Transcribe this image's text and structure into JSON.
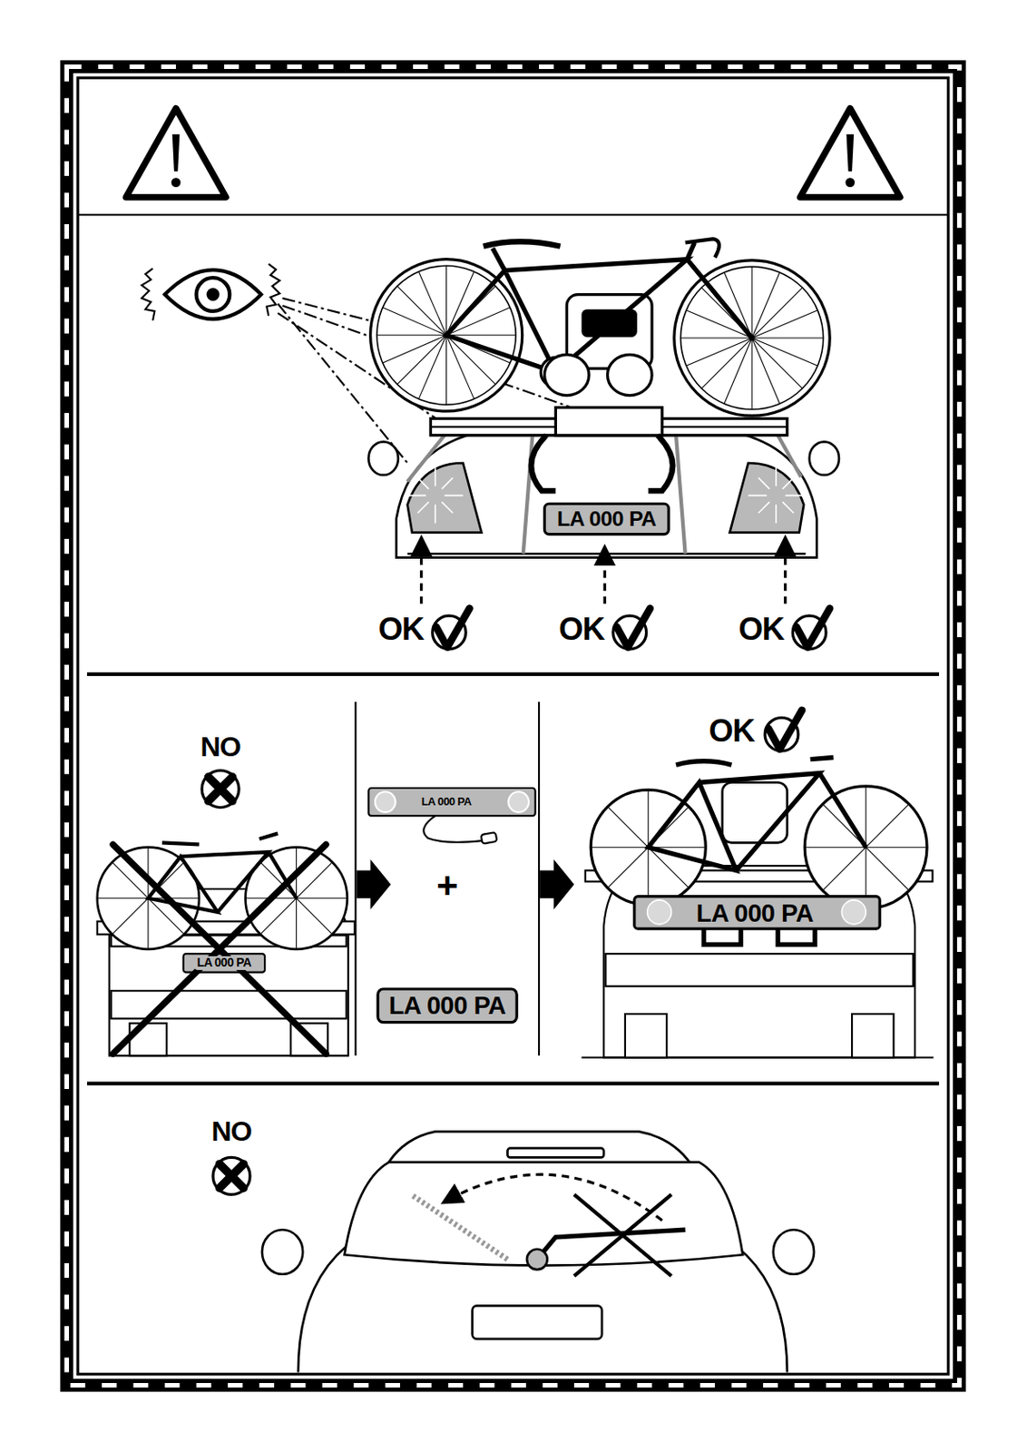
{
  "diagram": {
    "labels": [
      "OK",
      "OK",
      "OK",
      "LA 000 PA",
      "NO",
      "LA 000 PA",
      "LA 000 PA",
      "+",
      "LA 000 PA",
      "OK",
      "LA 000 PA",
      "NO"
    ]
  }
}
